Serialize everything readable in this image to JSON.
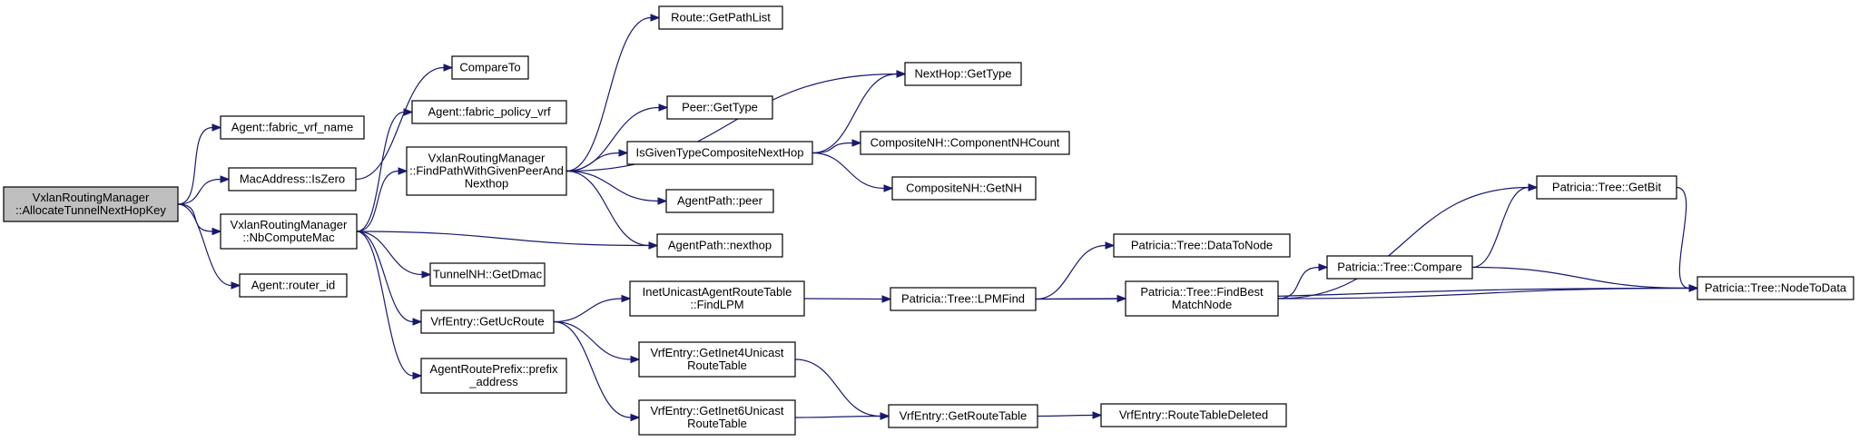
{
  "colors": {
    "edge": "#191970",
    "node_border": "#000000",
    "root_fill": "#bfbfbf",
    "node_fill": "#ffffff"
  },
  "nodes": [
    {
      "id": "root",
      "lines": [
        "VxlanRoutingManager",
        "::AllocateTunnelNextHopKey"
      ]
    },
    {
      "id": "fabric_vrf_name",
      "lines": [
        "Agent::fabric_vrf_name"
      ]
    },
    {
      "id": "is_zero",
      "lines": [
        "MacAddress::IsZero"
      ]
    },
    {
      "id": "nb_compute_mac",
      "lines": [
        "VxlanRoutingManager",
        "::NbComputeMac"
      ]
    },
    {
      "id": "router_id",
      "lines": [
        "Agent::router_id"
      ]
    },
    {
      "id": "compare_to",
      "lines": [
        "CompareTo"
      ]
    },
    {
      "id": "fabric_policy_vrf",
      "lines": [
        "Agent::fabric_policy_vrf"
      ]
    },
    {
      "id": "find_path",
      "lines": [
        "VxlanRoutingManager",
        "::FindPathWithGivenPeerAnd",
        "Nexthop"
      ]
    },
    {
      "id": "get_dmac",
      "lines": [
        "TunnelNH::GetDmac"
      ]
    },
    {
      "id": "get_uc_route",
      "lines": [
        "VrfEntry::GetUcRoute"
      ]
    },
    {
      "id": "prefix_address",
      "lines": [
        "AgentRoutePrefix::prefix",
        "_address"
      ]
    },
    {
      "id": "get_path_list",
      "lines": [
        "Route::GetPathList"
      ]
    },
    {
      "id": "nexthop_get_type",
      "lines": [
        "NextHop::GetType"
      ]
    },
    {
      "id": "peer_get_type",
      "lines": [
        "Peer::GetType"
      ]
    },
    {
      "id": "is_given_type",
      "lines": [
        "IsGivenTypeCompositeNextHop"
      ]
    },
    {
      "id": "agent_path_peer",
      "lines": [
        "AgentPath::peer"
      ]
    },
    {
      "id": "agent_path_nexthop",
      "lines": [
        "AgentPath::nexthop"
      ]
    },
    {
      "id": "component_nh_count",
      "lines": [
        "CompositeNH::ComponentNHCount"
      ]
    },
    {
      "id": "composite_get_nh",
      "lines": [
        "CompositeNH::GetNH"
      ]
    },
    {
      "id": "find_lpm",
      "lines": [
        "InetUnicastAgentRouteTable",
        "::FindLPM"
      ]
    },
    {
      "id": "get_inet4",
      "lines": [
        "VrfEntry::GetInet4Unicast",
        "RouteTable"
      ]
    },
    {
      "id": "get_inet6",
      "lines": [
        "VrfEntry::GetInet6Unicast",
        "RouteTable"
      ]
    },
    {
      "id": "lpm_find",
      "lines": [
        "Patricia::Tree::LPMFind"
      ]
    },
    {
      "id": "get_route_table",
      "lines": [
        "VrfEntry::GetRouteTable"
      ]
    },
    {
      "id": "data_to_node",
      "lines": [
        "Patricia::Tree::DataToNode"
      ]
    },
    {
      "id": "find_best",
      "lines": [
        "Patricia::Tree::FindBest",
        "MatchNode"
      ]
    },
    {
      "id": "route_table_deleted",
      "lines": [
        "VrfEntry::RouteTableDeleted"
      ]
    },
    {
      "id": "tree_compare",
      "lines": [
        "Patricia::Tree::Compare"
      ]
    },
    {
      "id": "get_bit",
      "lines": [
        "Patricia::Tree::GetBit"
      ]
    },
    {
      "id": "node_to_data",
      "lines": [
        "Patricia::Tree::NodeToData"
      ]
    }
  ],
  "edges": [
    [
      "root",
      "fabric_vrf_name"
    ],
    [
      "root",
      "is_zero"
    ],
    [
      "root",
      "nb_compute_mac"
    ],
    [
      "root",
      "router_id"
    ],
    [
      "is_zero",
      "compare_to"
    ],
    [
      "nb_compute_mac",
      "fabric_policy_vrf"
    ],
    [
      "nb_compute_mac",
      "find_path"
    ],
    [
      "nb_compute_mac",
      "agent_path_nexthop"
    ],
    [
      "nb_compute_mac",
      "get_dmac"
    ],
    [
      "nb_compute_mac",
      "get_uc_route"
    ],
    [
      "nb_compute_mac",
      "prefix_address"
    ],
    [
      "find_path",
      "get_path_list"
    ],
    [
      "find_path",
      "nexthop_get_type"
    ],
    [
      "find_path",
      "peer_get_type"
    ],
    [
      "find_path",
      "is_given_type"
    ],
    [
      "find_path",
      "agent_path_peer"
    ],
    [
      "find_path",
      "agent_path_nexthop"
    ],
    [
      "is_given_type",
      "nexthop_get_type"
    ],
    [
      "is_given_type",
      "component_nh_count"
    ],
    [
      "is_given_type",
      "composite_get_nh"
    ],
    [
      "get_uc_route",
      "find_lpm"
    ],
    [
      "get_uc_route",
      "get_inet4"
    ],
    [
      "get_uc_route",
      "get_inet6"
    ],
    [
      "find_lpm",
      "lpm_find"
    ],
    [
      "get_inet4",
      "get_route_table"
    ],
    [
      "get_inet6",
      "get_route_table"
    ],
    [
      "get_route_table",
      "route_table_deleted"
    ],
    [
      "lpm_find",
      "data_to_node"
    ],
    [
      "lpm_find",
      "find_best"
    ],
    [
      "lpm_find",
      "node_to_data"
    ],
    [
      "find_best",
      "get_bit"
    ],
    [
      "find_best",
      "tree_compare"
    ],
    [
      "find_best",
      "node_to_data"
    ],
    [
      "tree_compare",
      "get_bit"
    ],
    [
      "tree_compare",
      "node_to_data"
    ],
    [
      "get_bit",
      "node_to_data"
    ]
  ]
}
